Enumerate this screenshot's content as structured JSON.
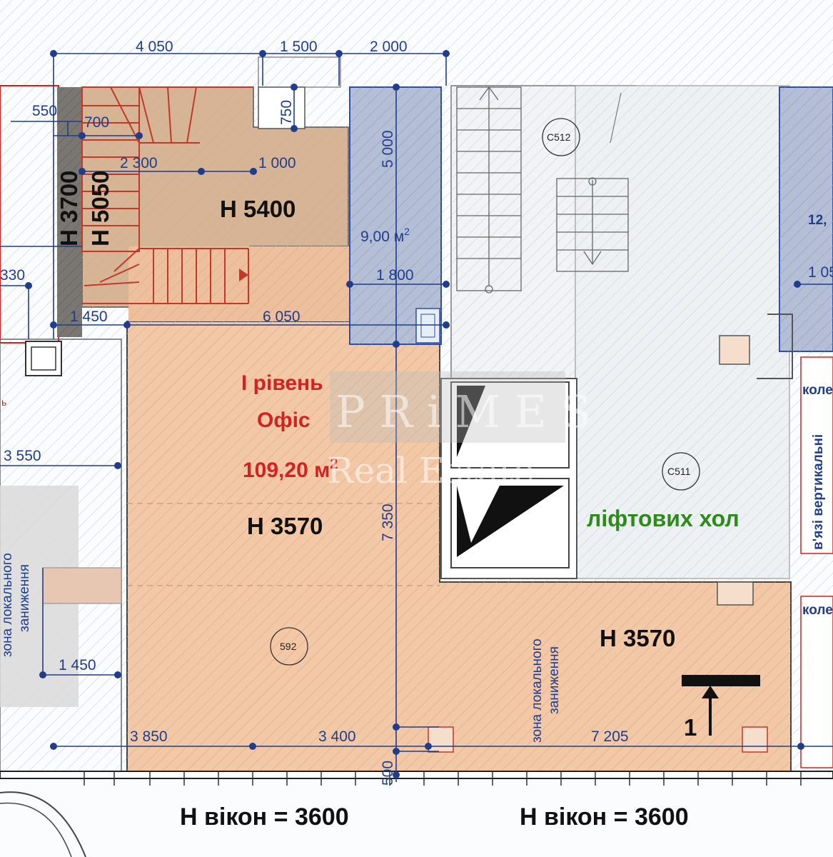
{
  "dimensions": {
    "top_4050": "4 050",
    "top_1500": "1 500",
    "top_2000": "2 000",
    "d550": "550",
    "d700": "700",
    "d750": "750",
    "d2300": "2 300",
    "d1000": "1 000",
    "d5000": "5 000",
    "d330": "330",
    "d1800": "1 800",
    "d1450_top": "1 450",
    "d6050": "6 050",
    "d3550": "3 550",
    "d7350": "7 350",
    "d1450_bottom": "1 450",
    "d3850": "3 850",
    "d3400": "3 400",
    "d7205": "7 205",
    "d500": "500",
    "d1050_edge": "1 05"
  },
  "heights": {
    "h3700": "H 3700",
    "h5050": "H 5050",
    "h5400": "H 5400",
    "h3570_main": "H 3570",
    "h3570_right": "H 3570"
  },
  "office": {
    "level": "I рівень",
    "name": "Офіс",
    "area": "109,20 м",
    "area_sup": "2"
  },
  "mezzanine_area": {
    "value": "9,00 м",
    "sup": "2"
  },
  "rooms": {
    "c512": "С512",
    "c511": "С511",
    "r592": "592"
  },
  "lift_hall": "ліфтових хол",
  "zones": {
    "left_line1": "зона локального",
    "left_line2": "заниження",
    "right_line1": "зона локального",
    "right_line2": "заниження"
  },
  "edge_labels": {
    "right_area": "12,",
    "kole1": "коле",
    "kole2": "коле",
    "vertical": "в'язі вертикальні",
    "left_red": "ь"
  },
  "section_marker": "1",
  "windows": {
    "left": "Н вікон = 3600",
    "right": "Н вікон = 3600"
  },
  "watermark": {
    "brand": "P R i M E S",
    "sub": "Real Estate"
  },
  "colors": {
    "office_fill": "#f2c8a6",
    "mezzanine_fill": "#d6b496",
    "dark_wall": "#7a7772",
    "blue_zone": "#b4bfd6",
    "hatch": "#cfd7e2",
    "dim_blue": "#1f3d8a",
    "red_text": "#d32222",
    "green_text": "#2f8a1c"
  }
}
